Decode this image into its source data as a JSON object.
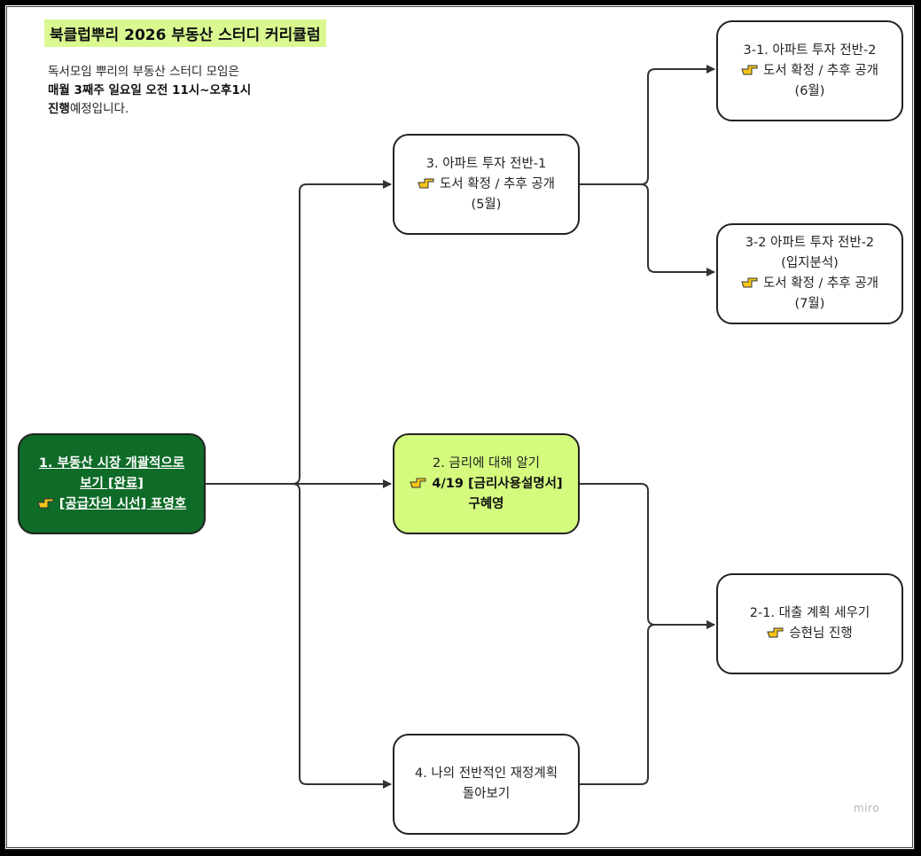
{
  "title": "북클럽뿌리 2026 부동산 스터디 커리큘럼",
  "intro": {
    "line1": "독서모임 뿌리의 부동산 스터디 모임은",
    "line2": "매월 3째주 일요일 오전 11시~오후1시",
    "line3_bold": "진행",
    "line3_rest": "예정입니다."
  },
  "nodes": {
    "n1": {
      "line1": "1. 부동산 시장 개괄적으로",
      "line2": "보기 [완료]",
      "line3": "[공급자의 시선] 표영호"
    },
    "n2": {
      "line1": "2. 금리에 대해 알기",
      "line2": "4/19 [금리사용설명서]",
      "line3": "구혜영"
    },
    "n3": {
      "line1": "3. 아파트 투자 전반-1",
      "line2": "도서 확정 / 추후 공개",
      "line3": "(5월)"
    },
    "n4": {
      "line1": "4. 나의 전반적인 재정계획",
      "line2": "돌아보기"
    },
    "n31": {
      "line1": "3-1. 아파트 투자 전반-2",
      "line2": "도서 확정 / 추후 공개",
      "line3": "(6월)"
    },
    "n32": {
      "line1": "3-2 아파트 투자 전반-2",
      "line2": "(입지분석)",
      "line3": "도서 확정 / 추후 공개",
      "line4": "(7월)"
    },
    "n21": {
      "line1": "2-1. 대출 계획 세우기",
      "line2": "승현님 진행"
    }
  },
  "icons": {
    "pointer": "pointing-hand-icon"
  },
  "colors": {
    "done": "#0f6b28",
    "current": "#d4fb7e",
    "highlight": "#d9f990",
    "hand": "#f5c518"
  },
  "watermark": "miro"
}
